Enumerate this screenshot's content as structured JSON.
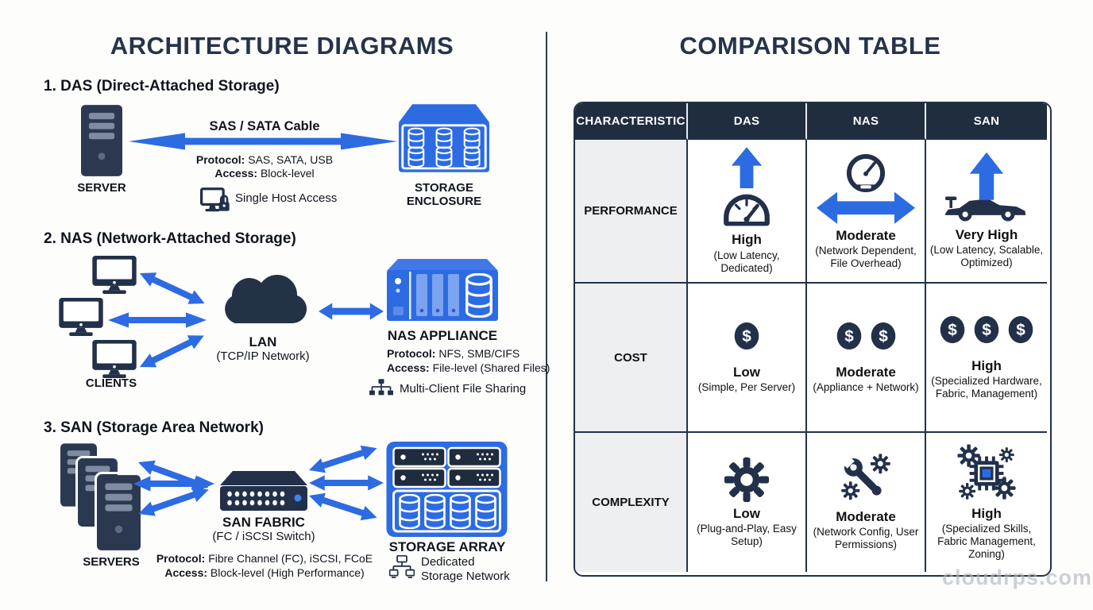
{
  "left": {
    "title": "ARCHITECTURE DIAGRAMS",
    "labels": {
      "protocol": "Protocol:",
      "access": "Access:"
    },
    "das": {
      "heading": "1. DAS (Direct-Attached Storage)",
      "server_label": "SERVER",
      "cable_label": "SAS / SATA Cable",
      "protocol_value": "SAS, SATA, USB",
      "access_value": "Block-level",
      "feature": "Single Host Access",
      "enclosure_label": "STORAGE ENCLOSURE"
    },
    "nas": {
      "heading": "2. NAS (Network-Attached Storage)",
      "clients_label": "CLIENTS",
      "lan_label": "LAN",
      "lan_sub": "(TCP/IP Network)",
      "appliance_label": "NAS APPLIANCE",
      "protocol_value": "NFS, SMB/CIFS",
      "access_value": "File-level (Shared Files)",
      "feature": "Multi-Client File Sharing"
    },
    "san": {
      "heading": "3. SAN (Storage Area Network)",
      "servers_label": "SERVERS",
      "fabric_label": "SAN FABRIC",
      "fabric_sub": "(FC / iSCSI Switch)",
      "protocol_value": "Fibre Channel (FC), iSCSI, FCoE",
      "access_value": "Block-level (High Performance)",
      "array_label": "STORAGE ARRAY",
      "feature": "Dedicated Storage Network"
    }
  },
  "right": {
    "title": "COMPARISON TABLE",
    "table": {
      "headers": [
        "CHARACTERISTIC",
        "DAS",
        "NAS",
        "SAN"
      ],
      "rows": [
        {
          "label": "PERFORMANCE",
          "cells": [
            {
              "icon": "up-arrow-gauge",
              "value": "High",
              "detail": "(Low Latency, Dedicated)"
            },
            {
              "icon": "speedometer-double-arrow",
              "value": "Moderate",
              "detail": "(Network Dependent, File Overhead)"
            },
            {
              "icon": "up-arrow-race-car",
              "value": "Very High",
              "detail": "(Low Latency, Scalable, Optimized)"
            }
          ]
        },
        {
          "label": "COST",
          "cells": [
            {
              "icon": "dollar-x1",
              "value": "Low",
              "detail": "(Simple, Per Server)"
            },
            {
              "icon": "dollar-x2",
              "value": "Moderate",
              "detail": "(Appliance + Network)"
            },
            {
              "icon": "dollar-x3",
              "value": "High",
              "detail": "(Specialized Hardware, Fabric, Management)"
            }
          ]
        },
        {
          "label": "COMPLEXITY",
          "cells": [
            {
              "icon": "gear",
              "value": "Low",
              "detail": "(Plug-and-Play, Easy Setup)"
            },
            {
              "icon": "wrench-gear",
              "value": "Moderate",
              "detail": "(Network Config, User Permissions)"
            },
            {
              "icon": "chip-gears",
              "value": "High",
              "detail": "(Specialized Skills, Fabric Management, Zoning)"
            }
          ]
        }
      ]
    }
  },
  "watermark": "cloudrps.com",
  "colors": {
    "accent_blue": "#2c6be2",
    "navy": "#22304a",
    "table_header_bg": "#202d3f",
    "row_label_bg": "#edeff1"
  }
}
